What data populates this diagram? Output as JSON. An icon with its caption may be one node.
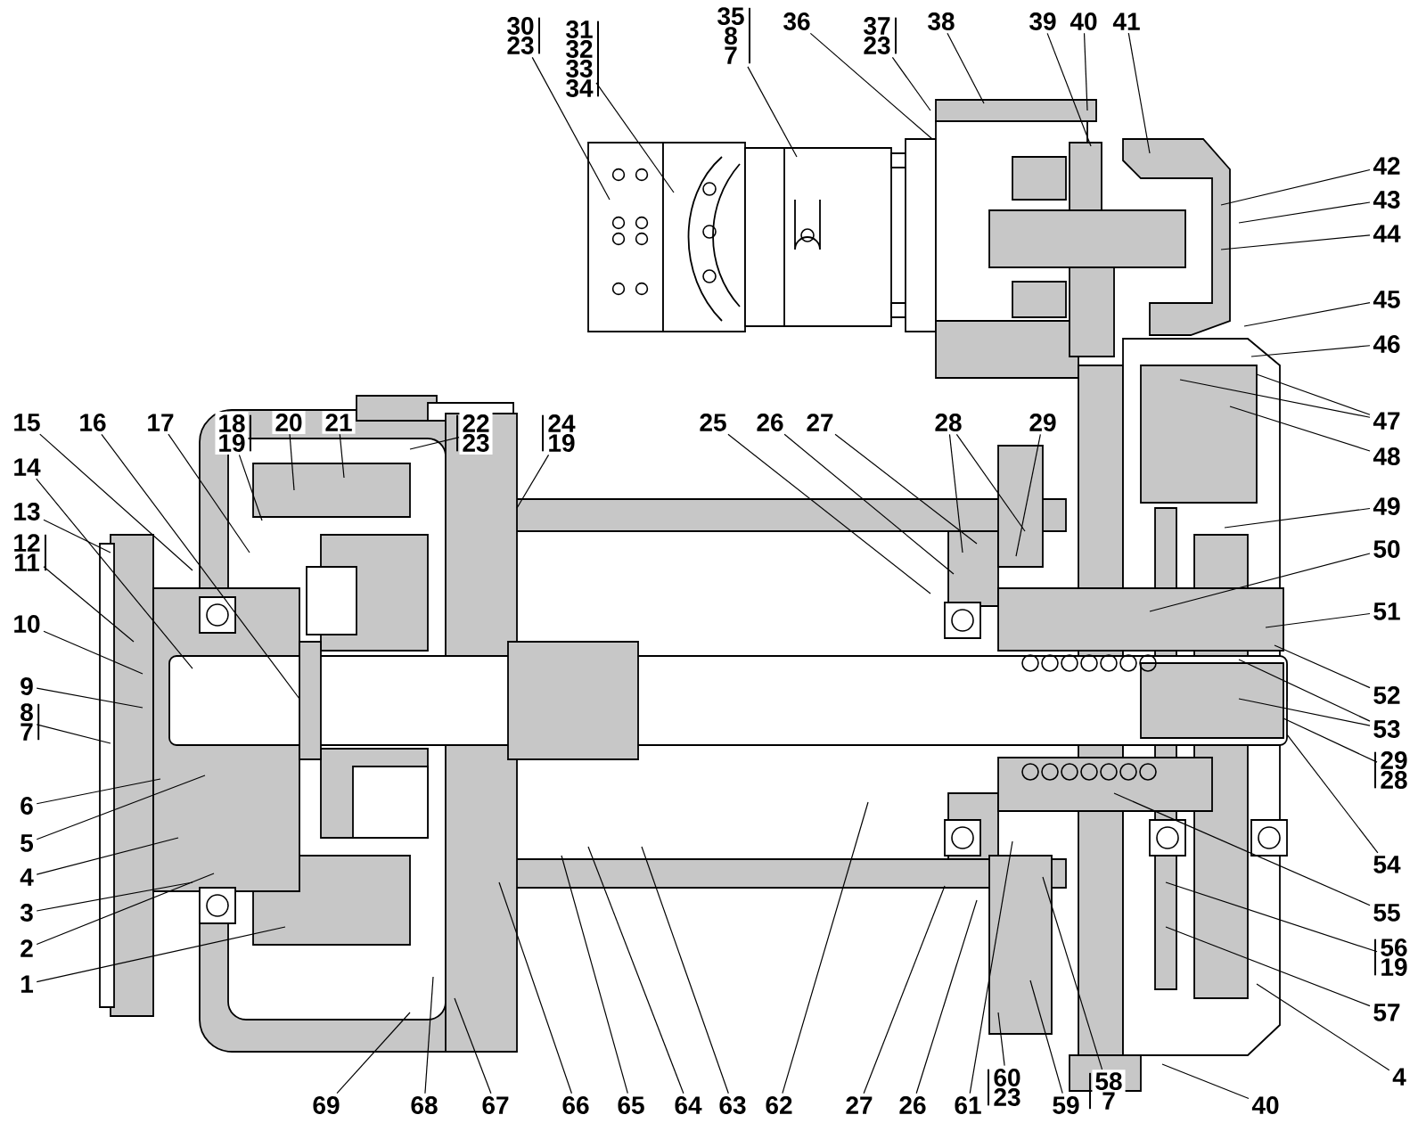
{
  "diagram": {
    "nodes": [
      {
        "text": [
          "30",
          "23"
        ]
      },
      {
        "text": [
          "31",
          "32",
          "33",
          "34"
        ]
      },
      {
        "text": [
          "35",
          "8",
          "7"
        ]
      },
      {
        "text": [
          "36"
        ]
      },
      {
        "text": [
          "37",
          "23"
        ]
      },
      {
        "text": [
          "38"
        ]
      },
      {
        "text": [
          "39"
        ]
      },
      {
        "text": [
          "40"
        ]
      },
      {
        "text": [
          "41"
        ]
      },
      {
        "text": [
          "42"
        ]
      },
      {
        "text": [
          "43"
        ]
      },
      {
        "text": [
          "44"
        ]
      },
      {
        "text": [
          "45"
        ]
      },
      {
        "text": [
          "46"
        ]
      },
      {
        "text": [
          "47"
        ]
      },
      {
        "text": [
          "48"
        ]
      },
      {
        "text": [
          "49"
        ]
      },
      {
        "text": [
          "50"
        ]
      },
      {
        "text": [
          "51"
        ]
      },
      {
        "text": [
          "52"
        ]
      },
      {
        "text": [
          "53"
        ]
      },
      {
        "text": [
          "29",
          "28"
        ]
      },
      {
        "text": [
          "54"
        ]
      },
      {
        "text": [
          "55"
        ]
      },
      {
        "text": [
          "56",
          "19"
        ]
      },
      {
        "text": [
          "57"
        ]
      },
      {
        "text": [
          "4"
        ]
      },
      {
        "text": [
          "40"
        ]
      },
      {
        "text": [
          "58",
          "7"
        ]
      },
      {
        "text": [
          "59"
        ]
      },
      {
        "text": [
          "60",
          "23"
        ]
      },
      {
        "text": [
          "61"
        ]
      },
      {
        "text": [
          "26"
        ]
      },
      {
        "text": [
          "27"
        ]
      },
      {
        "text": [
          "62"
        ]
      },
      {
        "text": [
          "63"
        ]
      },
      {
        "text": [
          "64"
        ]
      },
      {
        "text": [
          "65"
        ]
      },
      {
        "text": [
          "66"
        ]
      },
      {
        "text": [
          "67"
        ]
      },
      {
        "text": [
          "68"
        ]
      },
      {
        "text": [
          "69"
        ]
      },
      {
        "text": [
          "1"
        ]
      },
      {
        "text": [
          "2"
        ]
      },
      {
        "text": [
          "3"
        ]
      },
      {
        "text": [
          "4"
        ]
      },
      {
        "text": [
          "5"
        ]
      },
      {
        "text": [
          "6"
        ]
      },
      {
        "text": [
          "8",
          "7"
        ]
      },
      {
        "text": [
          "9"
        ]
      },
      {
        "text": [
          "10"
        ]
      },
      {
        "text": [
          "12",
          "11"
        ]
      },
      {
        "text": [
          "13"
        ]
      },
      {
        "text": [
          "14"
        ]
      },
      {
        "text": [
          "15"
        ]
      },
      {
        "text": [
          "16"
        ]
      },
      {
        "text": [
          "17"
        ]
      },
      {
        "text": [
          "18",
          "19"
        ]
      },
      {
        "text": [
          "20"
        ]
      },
      {
        "text": [
          "21"
        ]
      },
      {
        "text": [
          "22",
          "23"
        ]
      },
      {
        "text": [
          "24",
          "19"
        ]
      },
      {
        "text": [
          "25"
        ]
      },
      {
        "text": [
          "26"
        ]
      },
      {
        "text": [
          "27"
        ]
      },
      {
        "text": [
          "28"
        ]
      },
      {
        "text": [
          "29"
        ]
      }
    ],
    "edges": [
      {
        "from": 0,
        "to": null,
        "arrow": "none"
      },
      {
        "from": 1,
        "to": null,
        "arrow": "none"
      },
      {
        "from": 2,
        "to": null,
        "arrow": "none"
      },
      {
        "from": 3,
        "to": null,
        "arrow": "none"
      },
      {
        "from": 4,
        "to": null,
        "arrow": "none"
      },
      {
        "from": 5,
        "to": null,
        "arrow": "none"
      },
      {
        "from": 6,
        "to": null,
        "arrow": "none"
      },
      {
        "from": 7,
        "to": null,
        "arrow": "none"
      },
      {
        "from": 8,
        "to": null,
        "arrow": "none"
      },
      {
        "from": 9,
        "to": null,
        "arrow": "none"
      },
      {
        "from": 10,
        "to": null,
        "arrow": "none"
      },
      {
        "from": 11,
        "to": null,
        "arrow": "none"
      },
      {
        "from": 12,
        "to": null,
        "arrow": "none"
      },
      {
        "from": 13,
        "to": null,
        "arrow": "none"
      },
      {
        "from": 14,
        "to": null,
        "arrow": "none"
      },
      {
        "from": 14,
        "to": null,
        "arrow": "none"
      },
      {
        "from": 15,
        "to": null,
        "arrow": "none"
      },
      {
        "from": 16,
        "to": null,
        "arrow": "none"
      },
      {
        "from": 17,
        "to": null,
        "arrow": "none"
      },
      {
        "from": 18,
        "to": null,
        "arrow": "none"
      },
      {
        "from": 19,
        "to": null,
        "arrow": "none"
      },
      {
        "from": 20,
        "to": null,
        "arrow": "none"
      },
      {
        "from": 20,
        "to": null,
        "arrow": "none"
      },
      {
        "from": 21,
        "to": null,
        "arrow": "none"
      },
      {
        "from": 22,
        "to": null,
        "arrow": "none"
      },
      {
        "from": 23,
        "to": null,
        "arrow": "none"
      },
      {
        "from": 24,
        "to": null,
        "arrow": "none"
      },
      {
        "from": 25,
        "to": null,
        "arrow": "none"
      },
      {
        "from": 26,
        "to": null,
        "arrow": "none"
      },
      {
        "from": 27,
        "to": null,
        "arrow": "none"
      },
      {
        "from": 28,
        "to": null,
        "arrow": "none"
      },
      {
        "from": 29,
        "to": null,
        "arrow": "none"
      },
      {
        "from": 30,
        "to": null,
        "arrow": "none"
      },
      {
        "from": 31,
        "to": null,
        "arrow": "none"
      },
      {
        "from": 32,
        "to": null,
        "arrow": "none"
      },
      {
        "from": 33,
        "to": null,
        "arrow": "none"
      },
      {
        "from": 34,
        "to": null,
        "arrow": "none"
      },
      {
        "from": 35,
        "to": null,
        "arrow": "none"
      },
      {
        "from": 36,
        "to": null,
        "arrow": "none"
      },
      {
        "from": 37,
        "to": null,
        "arrow": "none"
      },
      {
        "from": 38,
        "to": null,
        "arrow": "none"
      },
      {
        "from": 39,
        "to": null,
        "arrow": "none"
      },
      {
        "from": 40,
        "to": null,
        "arrow": "none"
      },
      {
        "from": 41,
        "to": null,
        "arrow": "none"
      },
      {
        "from": 42,
        "to": null,
        "arrow": "none"
      },
      {
        "from": 43,
        "to": null,
        "arrow": "none"
      },
      {
        "from": 44,
        "to": null,
        "arrow": "none"
      },
      {
        "from": 45,
        "to": null,
        "arrow": "none"
      },
      {
        "from": 46,
        "to": null,
        "arrow": "none"
      },
      {
        "from": 47,
        "to": null,
        "arrow": "none"
      },
      {
        "from": 48,
        "to": null,
        "arrow": "none"
      },
      {
        "from": 49,
        "to": null,
        "arrow": "none"
      },
      {
        "from": 50,
        "to": null,
        "arrow": "none"
      },
      {
        "from": 51,
        "to": null,
        "arrow": "none"
      },
      {
        "from": 52,
        "to": null,
        "arrow": "none"
      },
      {
        "from": 53,
        "to": null,
        "arrow": "none"
      },
      {
        "from": 54,
        "to": null,
        "arrow": "none"
      },
      {
        "from": 55,
        "to": null,
        "arrow": "none"
      },
      {
        "from": 56,
        "to": null,
        "arrow": "none"
      },
      {
        "from": 57,
        "to": null,
        "arrow": "none"
      },
      {
        "from": 58,
        "to": null,
        "arrow": "none"
      },
      {
        "from": 59,
        "to": null,
        "arrow": "none"
      },
      {
        "from": 60,
        "to": null,
        "arrow": "none"
      },
      {
        "from": 61,
        "to": null,
        "arrow": "none"
      },
      {
        "from": 62,
        "to": null,
        "arrow": "none"
      },
      {
        "from": 63,
        "to": null,
        "arrow": "none"
      },
      {
        "from": 64,
        "to": null,
        "arrow": "none"
      },
      {
        "from": 65,
        "to": null,
        "arrow": "none"
      },
      {
        "from": 65,
        "to": null,
        "arrow": "none"
      },
      {
        "from": 66,
        "to": null,
        "arrow": "none"
      }
    ]
  }
}
